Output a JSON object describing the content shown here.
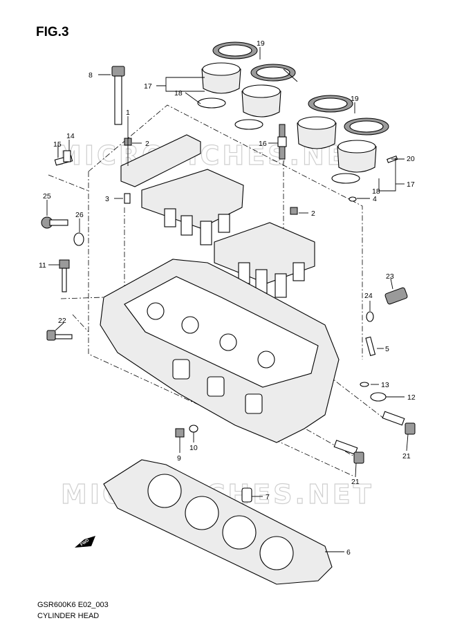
{
  "figure": {
    "title": "FIG.3",
    "model_code": "GSR600K6 E02_003",
    "caption": "CYLINDER HEAD",
    "watermark": "MICROFICHES.NET",
    "fwd_label": "FWD"
  },
  "callouts": {
    "c1": "1",
    "c2a": "2",
    "c2b": "2",
    "c3": "3",
    "c4": "4",
    "c5": "5",
    "c6": "6",
    "c7": "7",
    "c8": "8",
    "c9": "9",
    "c10": "10",
    "c11": "11",
    "c12": "12",
    "c13": "13",
    "c14": "14",
    "c15": "15",
    "c16": "16",
    "c17a": "17",
    "c17b": "17",
    "c18a": "18",
    "c18b": "18",
    "c19a": "19",
    "c19b": "19",
    "c20": "20",
    "c21a": "21",
    "c21b": "21",
    "c22": "22",
    "c23": "23",
    "c24": "24",
    "c25": "25",
    "c26": "26"
  },
  "colors": {
    "ink": "#000000",
    "watermark": "#cfcfcf",
    "paper": "#ffffff"
  }
}
